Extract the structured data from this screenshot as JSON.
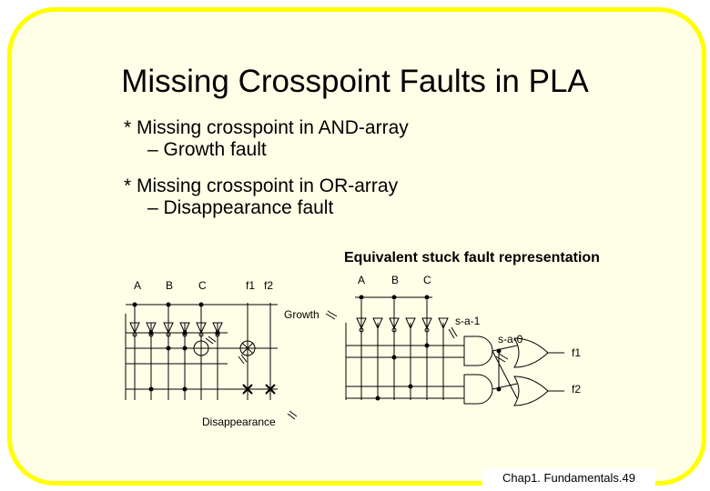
{
  "slide": {
    "title": "Missing Crosspoint Faults in PLA",
    "bullets": [
      {
        "main": "* Missing crosspoint in AND-array",
        "sub": "– Growth fault"
      },
      {
        "main": "* Missing crosspoint in OR-array",
        "sub": "– Disappearance fault"
      }
    ],
    "footer": "Chap1.  Fundamentals.49"
  },
  "diagram": {
    "left_inputs": [
      "A",
      "B",
      "C"
    ],
    "left_outputs": [
      "f1",
      "f2"
    ],
    "growth_label": "Growth",
    "disappearance_label": "Disappearance",
    "equivalent_heading": "Equivalent stuck fault representation",
    "right_inputs": [
      "A",
      "B",
      "C"
    ],
    "fault_labels": [
      "s-a-1",
      "s-a-0"
    ],
    "right_outputs": [
      "f1",
      "f2"
    ]
  },
  "colors": {
    "frame": "#ffff00",
    "background": "#ffffe8"
  }
}
